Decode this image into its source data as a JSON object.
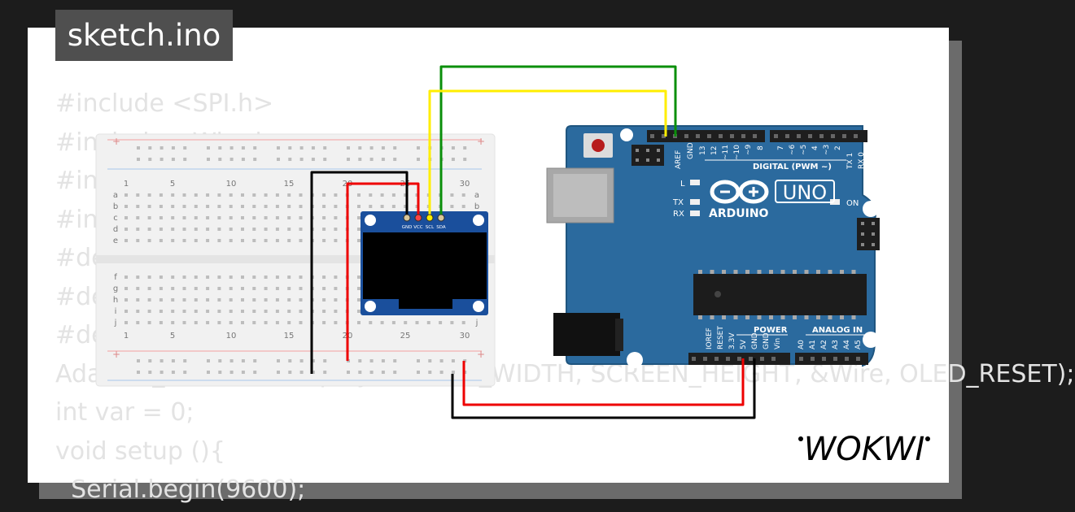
{
  "window": {
    "file_name": "sketch.ino"
  },
  "code_lines": [
    "#include <SPI.h>",
    "#include <Wire.h>",
    "#include",
    "#include",
    "#define",
    "#define",
    "#define",
    "Adafruit_SSD1306 display(SCREEN_WIDTH, SCREEN_HEIGHT, &Wire, OLED_RESET);",
    "int var = 0;",
    "void setup (){",
    "  Serial.begin(9600);"
  ],
  "breadboard": {
    "column_numbers": [
      "1",
      "5",
      "10",
      "15",
      "20",
      "25",
      "30"
    ],
    "row_letters_top": [
      "a",
      "b",
      "c",
      "d",
      "e"
    ],
    "row_letters_bottom": [
      "f",
      "g",
      "h",
      "i",
      "j"
    ],
    "rail_plus": "+",
    "rail_minus": "−"
  },
  "oled": {
    "pins": [
      "GND",
      "VCC",
      "SCL",
      "SDA"
    ]
  },
  "arduino": {
    "board_name": "UNO",
    "brand": "ARDUINO",
    "digital_label": "DIGITAL (PWM ~)",
    "digital_pins": [
      "AREF",
      "GND",
      "13",
      "12",
      "~11",
      "~10",
      "~9",
      "8",
      "7",
      "~6",
      "~5",
      "4",
      "~3",
      "2",
      "TX 1",
      "RX 0"
    ],
    "power_label": "POWER",
    "power_pins": [
      "IOREF",
      "RESET",
      "3.3V",
      "5V",
      "GND",
      "GND",
      "Vin"
    ],
    "analog_label": "ANALOG IN",
    "analog_pins": [
      "A0",
      "A1",
      "A2",
      "A3",
      "A4",
      "A5"
    ],
    "led_l": "L",
    "led_tx": "TX",
    "led_rx": "RX",
    "led_on": "ON"
  },
  "wires": {
    "colors": {
      "green": "#0a8f0a",
      "yellow": "#ffee00",
      "red": "#ee0000",
      "black": "#000000"
    }
  },
  "brand_logo": "WOKWI",
  "colors": {
    "board_blue": "#2b6a9e",
    "oled_blue": "#1a4f9c",
    "tab_bg": "#4f4f4f"
  }
}
